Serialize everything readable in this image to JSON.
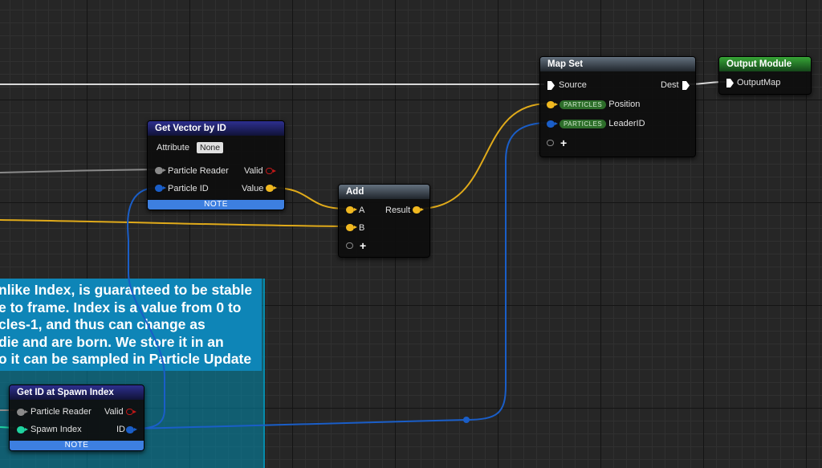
{
  "comment": {
    "text": "nlike Index, is guaranteed to be stable\ne to frame. Index is a value from 0 to\ncles-1, and thus can change as\ndie and are born. We store it in an\no it can be sampled in Particle Update"
  },
  "nodes": {
    "get_vector_by_id": {
      "title": "Get Vector by ID",
      "attribute_label": "Attribute",
      "attribute_value": "None",
      "particle_reader": "Particle Reader",
      "particle_id": "Particle ID",
      "valid": "Valid",
      "value": "Value",
      "note": "NOTE"
    },
    "add": {
      "title": "Add",
      "a": "A",
      "b": "B",
      "result": "Result"
    },
    "map_set": {
      "title": "Map Set",
      "source": "Source",
      "dest": "Dest",
      "tag1": "PARTICLES",
      "position": "Position",
      "tag2": "PARTICLES",
      "leader_id": "LeaderID"
    },
    "output_module": {
      "title": "Output Module",
      "output_map": "OutputMap"
    },
    "get_id_at_spawn_index": {
      "title": "Get ID at Spawn Index",
      "particle_reader": "Particle Reader",
      "spawn_index": "Spawn Index",
      "valid": "Valid",
      "id": "ID",
      "note": "NOTE"
    }
  },
  "colors": {
    "float_pin": "#f0b820",
    "id_pin": "#1a5ec8",
    "exec_wire": "#d8d8d8",
    "comment": "#0e85b7",
    "note_bar": "#3d7fe0"
  }
}
